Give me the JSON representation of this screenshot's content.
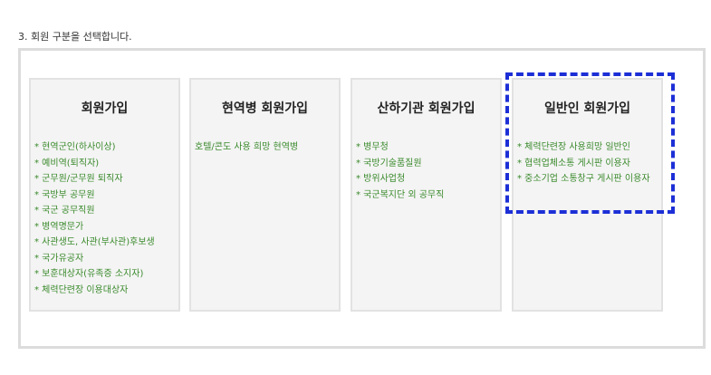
{
  "step": {
    "label": "3. 회원 구분을 선택합니다."
  },
  "cards": [
    {
      "title": "회원가입",
      "items": [
        "* 현역군인(하사이상)",
        "* 예비역(퇴직자)",
        "* 군무원/군무원 퇴직자",
        "* 국방부 공무원",
        "* 국군 공무직원",
        "* 병역명문가",
        "*  사관생도, 사관(부사관)후보생",
        "* 국가유공자",
        "* 보훈대상자(유족증 소지자)",
        "* 체력단련장 이용대상자"
      ]
    },
    {
      "title": "현역병 회원가입",
      "items": [
        "호텔/콘도 사용 희망 현역병"
      ]
    },
    {
      "title": "산하기관 회원가입",
      "items": [
        "* 병무청",
        "* 국방기술품질원",
        "* 방위사업청",
        "* 국군복지단 외 공무직"
      ]
    },
    {
      "title": "일반인 회원가입",
      "items": [
        "* 체력단련장 사용희망 일반인",
        "* 협력업체소통 게시판 이용자",
        "* 중소기업 소통창구 게시판 이용자"
      ]
    }
  ],
  "colors": {
    "item_text": "#3a8a2c",
    "card_bg": "#f4f4f4",
    "highlight": "#1c2fd6"
  }
}
